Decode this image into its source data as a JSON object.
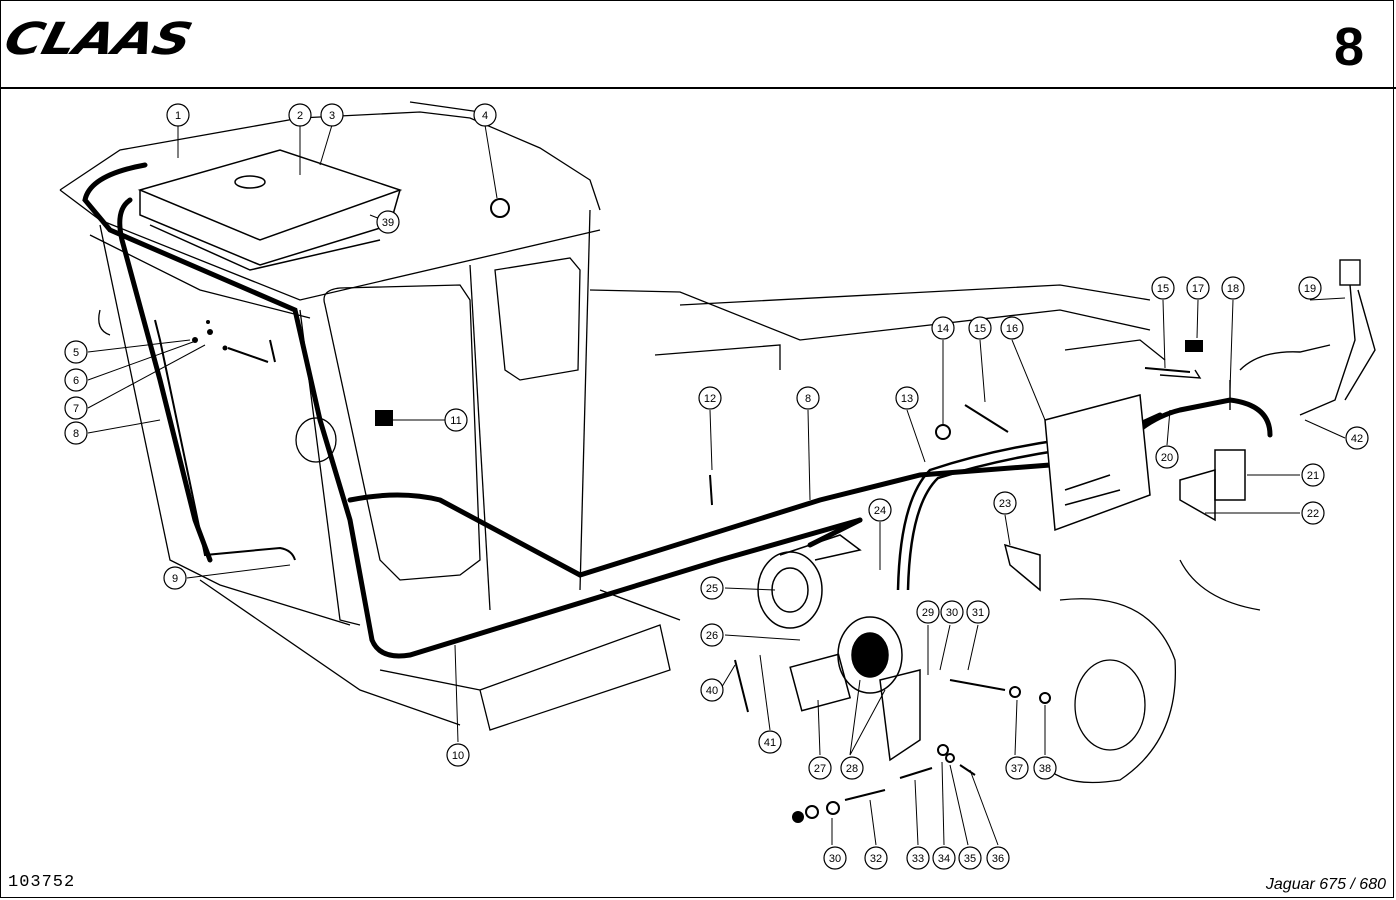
{
  "header": {
    "brand": "CLAAS",
    "page_number": "8"
  },
  "footer": {
    "document_number": "103752",
    "model": "Jaguar 675 / 680"
  },
  "callouts": [
    {
      "label": "1"
    },
    {
      "label": "2"
    },
    {
      "label": "3"
    },
    {
      "label": "4"
    },
    {
      "label": "5"
    },
    {
      "label": "6"
    },
    {
      "label": "7"
    },
    {
      "label": "8"
    },
    {
      "label": "9"
    },
    {
      "label": "10"
    },
    {
      "label": "11"
    },
    {
      "label": "12"
    },
    {
      "label": "8"
    },
    {
      "label": "13"
    },
    {
      "label": "14"
    },
    {
      "label": "15"
    },
    {
      "label": "16"
    },
    {
      "label": "15"
    },
    {
      "label": "17"
    },
    {
      "label": "18"
    },
    {
      "label": "19"
    },
    {
      "label": "20"
    },
    {
      "label": "21"
    },
    {
      "label": "22"
    },
    {
      "label": "23"
    },
    {
      "label": "24"
    },
    {
      "label": "25"
    },
    {
      "label": "26"
    },
    {
      "label": "27"
    },
    {
      "label": "28"
    },
    {
      "label": "29"
    },
    {
      "label": "30"
    },
    {
      "label": "31"
    },
    {
      "label": "30"
    },
    {
      "label": "32"
    },
    {
      "label": "33"
    },
    {
      "label": "34"
    },
    {
      "label": "35"
    },
    {
      "label": "36"
    },
    {
      "label": "37"
    },
    {
      "label": "38"
    },
    {
      "label": "39"
    },
    {
      "label": "40"
    },
    {
      "label": "41"
    },
    {
      "label": "42"
    }
  ]
}
